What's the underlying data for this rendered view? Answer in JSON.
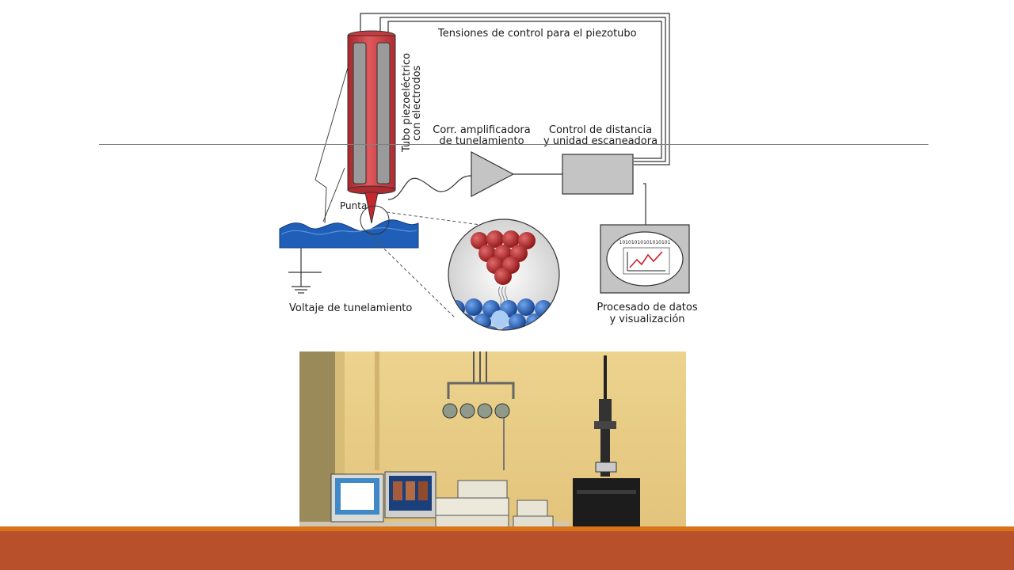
{
  "diagram": {
    "labels": {
      "control_voltages": "Tensiones de control para el piezotubo",
      "piezo_tube_line1": "Tubo piezoeléctrico",
      "piezo_tube_line2": "con electrodos",
      "amplifier_line1": "Corr. amplificadora",
      "amplifier_line2": "de tunelamiento",
      "control_line1": "Control de distancia",
      "control_line2": "y unidad escaneadora",
      "tip": "Punta",
      "tunneling_voltage": "Voltaje de tunelamiento",
      "processing_line1": "Procesado de datos",
      "processing_line2": "y visualización",
      "binary_readout": "10101010101010101"
    }
  },
  "colors": {
    "footer_thin": "#d9731a",
    "footer_bar": "#b8502b",
    "tip_red": "#d9383d",
    "sample_blue": "#1f5fb8"
  }
}
